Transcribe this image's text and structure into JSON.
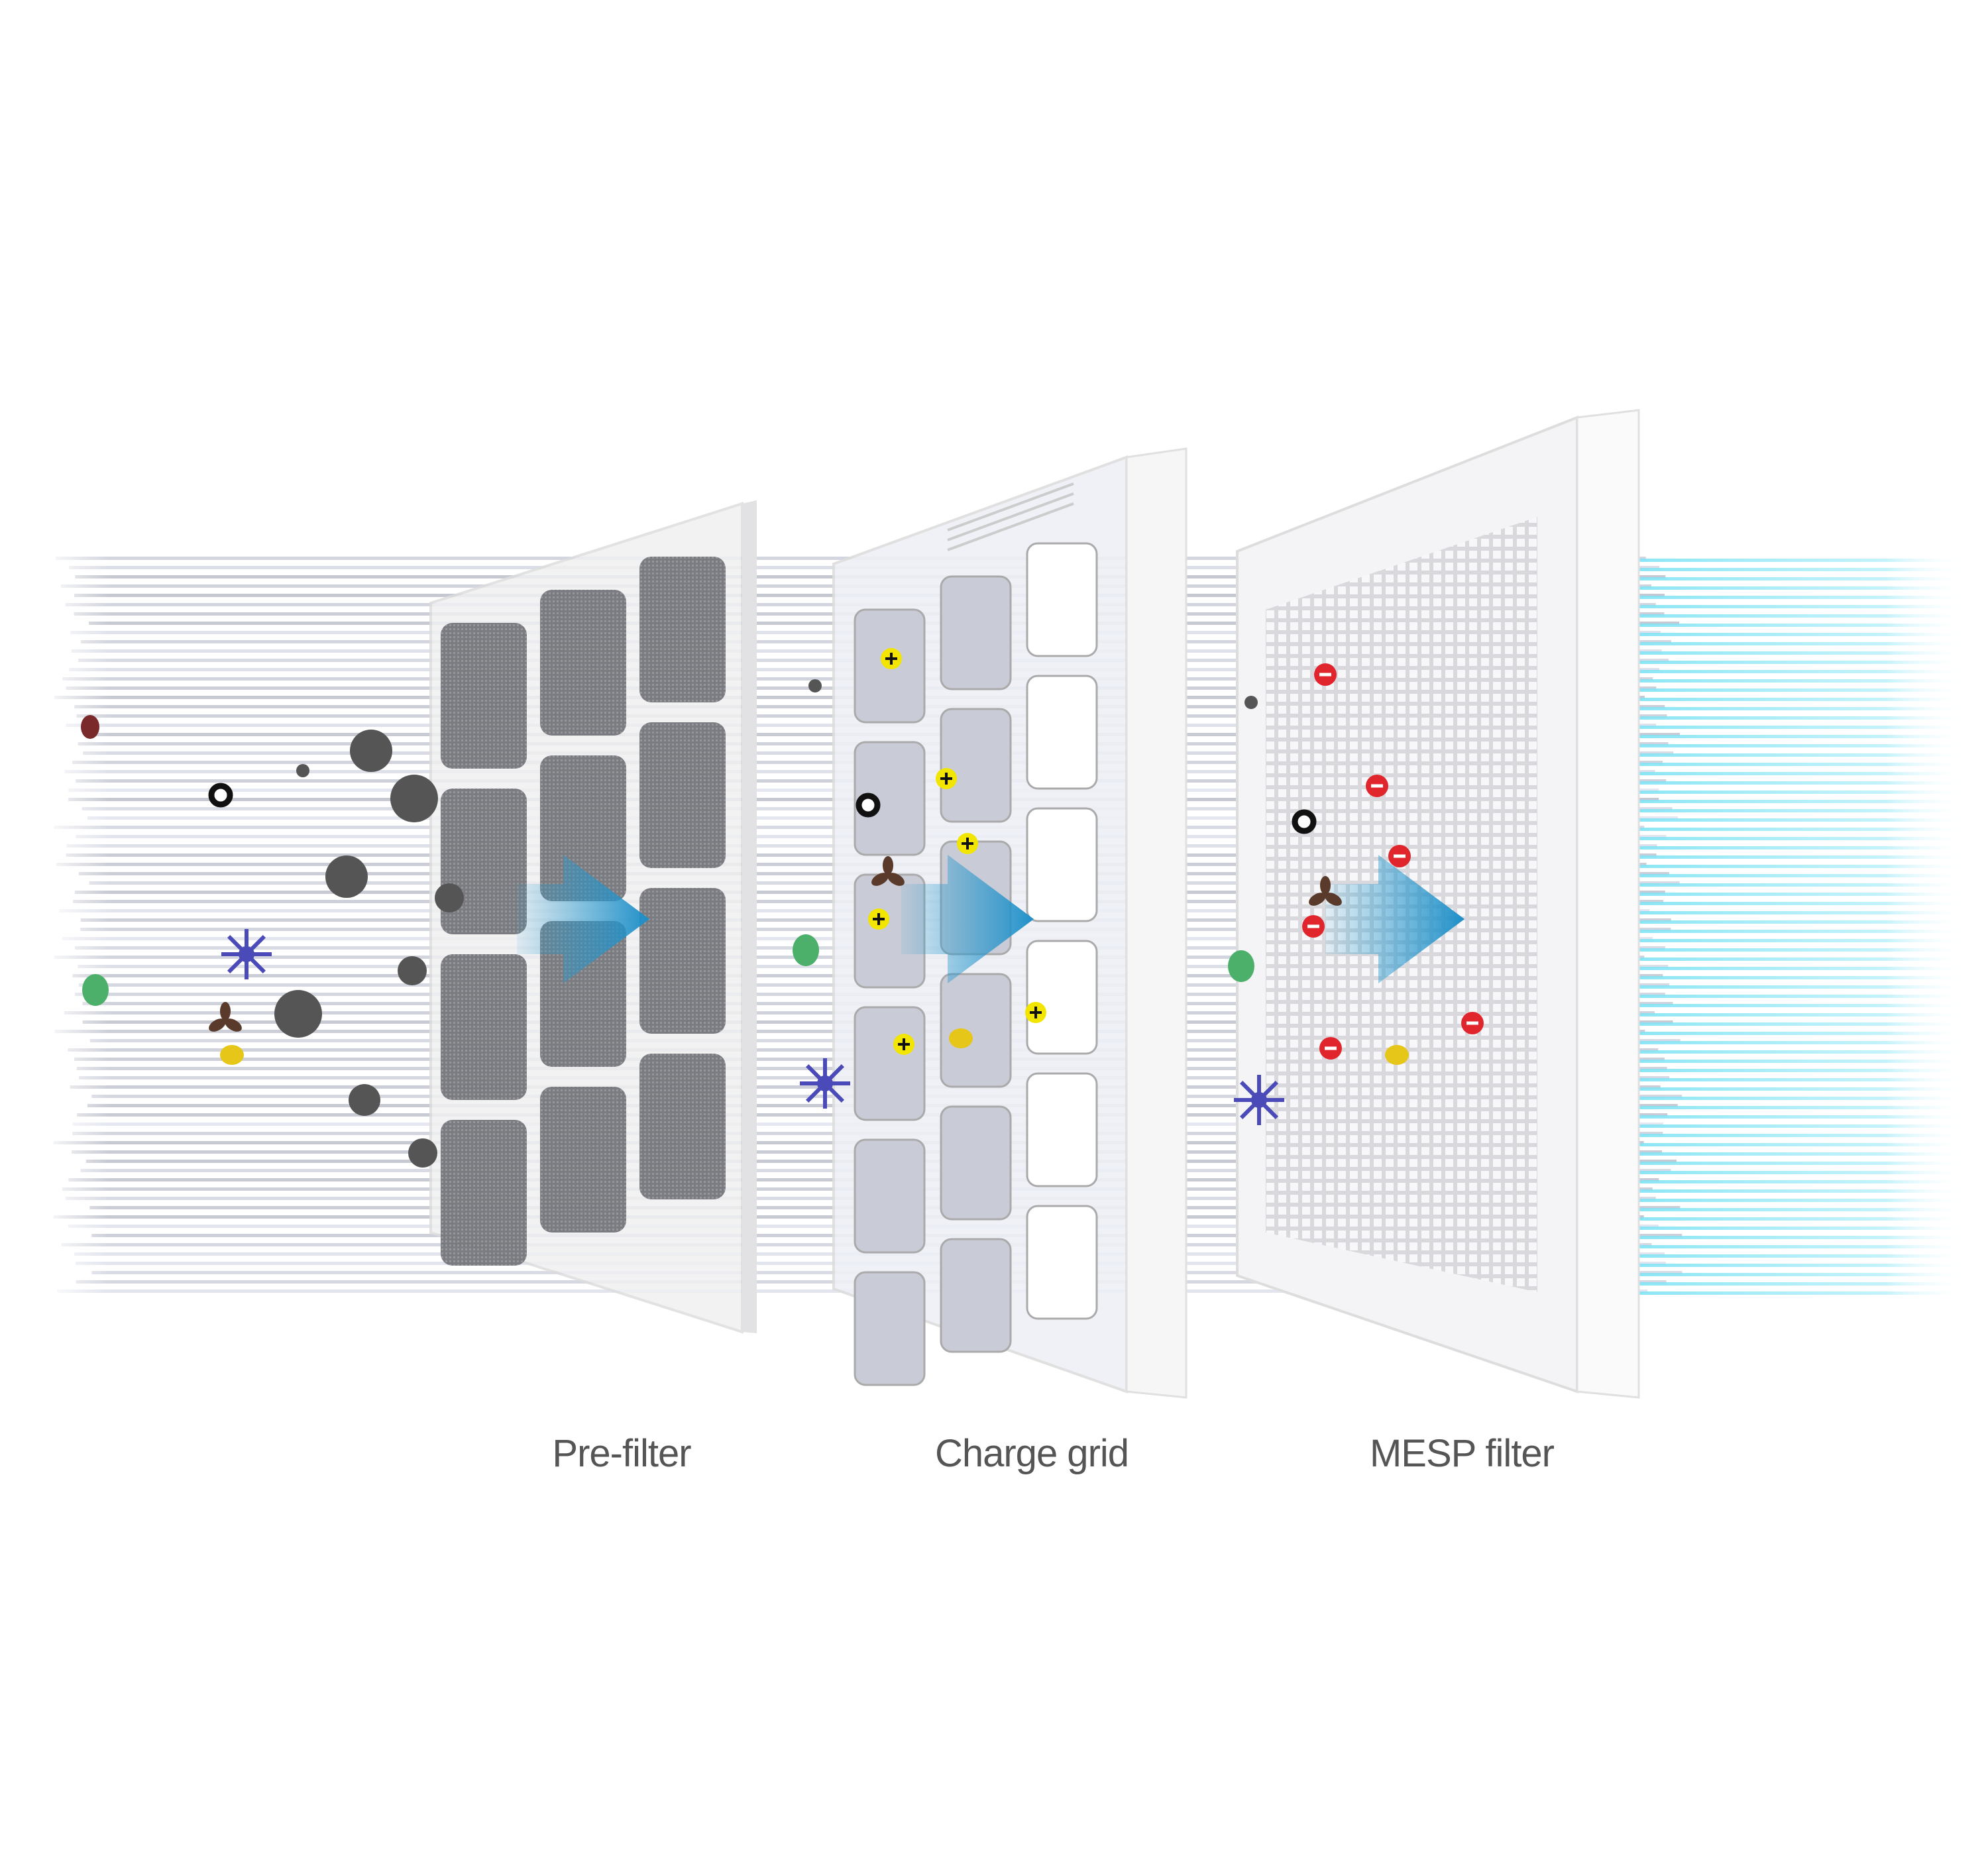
{
  "stages": [
    {
      "label": "Pre-filter"
    },
    {
      "label": "Charge grid"
    },
    {
      "label": "MESP filter"
    }
  ],
  "colors": {
    "dirty_air": "#9aa0b0",
    "clean_air": "#7fe3f5",
    "arrow": "#2f9ed0",
    "positive_charge": "#f2e600",
    "negative_charge": "#e0262c",
    "frame": "#f4f4f4"
  }
}
